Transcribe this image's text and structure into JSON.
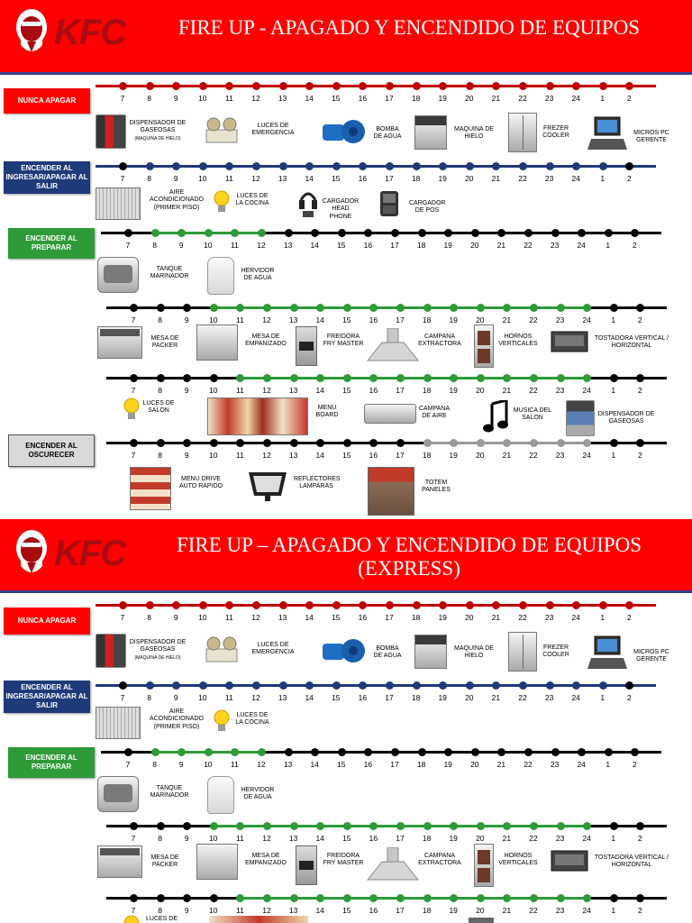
{
  "colors": {
    "banner": "#ff0000",
    "red_line": "#c00000",
    "blue_line": "#1f3a78",
    "green_line": "#2e9a38",
    "black_line": "#000000",
    "gray_line": "#9a9a9a"
  },
  "hours": [
    "7",
    "8",
    "9",
    "10",
    "11",
    "12",
    "13",
    "14",
    "15",
    "16",
    "17",
    "18",
    "19",
    "20",
    "21",
    "22",
    "23",
    "24",
    "1",
    "2"
  ],
  "logo_text": "KFC",
  "section1": {
    "title": "FIRE UP - APAGADO Y ENCENDIDO DE EQUIPOS",
    "labels": {
      "nunca": "NUNCA APAGAR",
      "ingresar": "ENCENDER AL INGRESAR/APAGAR AL SALIR",
      "preparar": "ENCENDER AL PREPARAR",
      "oscurecer": "ENCENDER AL OSCURECER"
    },
    "rows": {
      "nunca": [
        {
          "icon": "soda-dispenser-icon",
          "text": "DISPENSADOR DE GASEOSAS",
          "sub": "(MAQUINA DE HIELO)"
        },
        {
          "icon": "emergency-lights-icon",
          "text": "LUCES DE EMERGENCIA"
        },
        {
          "icon": "water-pump-icon",
          "text": "BOMBA DE AGUA"
        },
        {
          "icon": "ice-machine-icon",
          "text": "MAQUINA DE HIELO"
        },
        {
          "icon": "freezer-icon",
          "text": "FREZER COOLER"
        },
        {
          "icon": "pos-terminal-icon",
          "text": "MICROS PC GERENTE"
        }
      ],
      "ingresar": [
        {
          "icon": "air-conditioner-icon",
          "text": "AIRE ACONDICIONADO (PRIMER PISO)"
        },
        {
          "icon": "light-bulb-icon",
          "text": "LUCES DE LA COCINA"
        },
        {
          "icon": "headphone-charger-icon",
          "text": "CARGADOR HEAD PHONE"
        },
        {
          "icon": "pos-charger-icon",
          "text": "CARGADOR DE POS"
        }
      ],
      "preparar": [
        {
          "icon": "marinator-tank-icon",
          "text": "TANQUE MARINADOR"
        },
        {
          "icon": "water-boiler-icon",
          "text": "HERVIDOR DE AGUA"
        }
      ],
      "preparar2": [
        {
          "icon": "packer-table-icon",
          "text": "MESA DE PACKER"
        },
        {
          "icon": "breading-table-icon",
          "text": "MESA DE EMPANIZADO"
        },
        {
          "icon": "fryer-icon",
          "text": "FREIDORA FRY MASTER"
        },
        {
          "icon": "extractor-hood-icon",
          "text": "CAMPANA EXTRACTORA"
        },
        {
          "icon": "vertical-oven-icon",
          "text": "HORNOS VERTICALES"
        },
        {
          "icon": "toaster-icon",
          "text": "TOSTADORA VERTICAL / HORIZONTAL"
        }
      ],
      "preparar3": [
        {
          "icon": "light-bulb-icon",
          "text": "LUCES DE SALON"
        },
        {
          "icon": "menu-board-icon",
          "text": "MENU BOARD"
        },
        {
          "icon": "air-curtain-icon",
          "text": "CAMPANA DE AIRE"
        },
        {
          "icon": "music-note-icon",
          "text": "MUSICA DEL SALON"
        },
        {
          "icon": "soda-dispenser-icon",
          "text": "DISPENSADOR DE GASEOSAS"
        }
      ],
      "oscurecer": [
        {
          "icon": "drive-menu-icon",
          "text": "MENU DRIVE AUTO RAPIDO"
        },
        {
          "icon": "floodlight-icon",
          "text": "REFLECTORES LAMPARAS"
        },
        {
          "icon": "totem-icon",
          "text": "TOTEM PANELES"
        }
      ]
    }
  },
  "section2": {
    "title_line1": "FIRE UP – APAGADO Y ENCENDIDO DE EQUIPOS",
    "title_line2": "(EXPRESS)",
    "labels": {
      "nunca": "NUNCA APAGAR",
      "ingresar": "ENCENDER AL INGRESAR/APAGAR AL SALIR",
      "preparar": "ENCENDER AL PREPARAR"
    },
    "rows": {
      "nunca": [
        {
          "icon": "soda-dispenser-icon",
          "text": "DISPENSADOR DE GASEOSAS",
          "sub": "(MAQUINA DE HIELO)"
        },
        {
          "icon": "emergency-lights-icon",
          "text": "LUCES DE EMERGENCIA"
        },
        {
          "icon": "water-pump-icon",
          "text": "BOMBA DE AGUA"
        },
        {
          "icon": "ice-machine-icon",
          "text": "MAQUINA DE HIELO"
        },
        {
          "icon": "freezer-icon",
          "text": "FREZER COOLER"
        },
        {
          "icon": "pos-terminal-icon",
          "text": "MICROS PC GERENTE"
        }
      ],
      "ingresar": [
        {
          "icon": "air-conditioner-icon",
          "text": "AIRE ACONDICIONADO (PRIMER PISO)"
        },
        {
          "icon": "light-bulb-icon",
          "text": "LUCES DE LA COCINA"
        }
      ],
      "preparar": [
        {
          "icon": "marinator-tank-icon",
          "text": "TANQUE MARINADOR"
        },
        {
          "icon": "water-boiler-icon",
          "text": "HERVIDOR DE AGUA"
        }
      ],
      "preparar2": [
        {
          "icon": "packer-table-icon",
          "text": "MESA DE PACKER"
        },
        {
          "icon": "breading-table-icon",
          "text": "MESA DE EMPANIZADO"
        },
        {
          "icon": "fryer-icon",
          "text": "FREIDORA FRY MASTER"
        },
        {
          "icon": "extractor-hood-icon",
          "text": "CAMPANA EXTRACTORA"
        },
        {
          "icon": "vertical-oven-icon",
          "text": "HORNOS VERTICALES"
        },
        {
          "icon": "toaster-icon",
          "text": "TOSTADORA VERTICAL / HORIZONTAL"
        }
      ],
      "preparar3": [
        {
          "icon": "light-bulb-icon",
          "text": "LUCES DE"
        }
      ]
    }
  }
}
